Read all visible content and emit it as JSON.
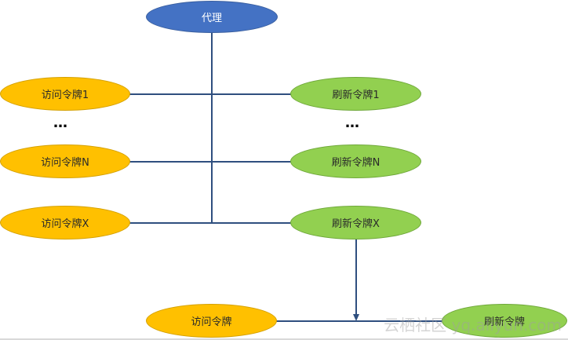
{
  "nodes": {
    "proxy": "代理",
    "access_token_1": "访问令牌1",
    "access_token_n": "访问令牌N",
    "access_token_x": "访问令牌X",
    "refresh_token_1": "刷新令牌1",
    "refresh_token_n": "刷新令牌N",
    "refresh_token_x": "刷新令牌X",
    "access_token": "访问令牌",
    "refresh_token": "刷新令牌"
  },
  "ellipsis_left": "…",
  "ellipsis_right": "…",
  "watermark": "云栖社区 yq.aliyun.com",
  "colors": {
    "proxy": "#4472c4",
    "access": "#ffc000",
    "refresh": "#92d050",
    "connector": "#2f4f7f"
  }
}
